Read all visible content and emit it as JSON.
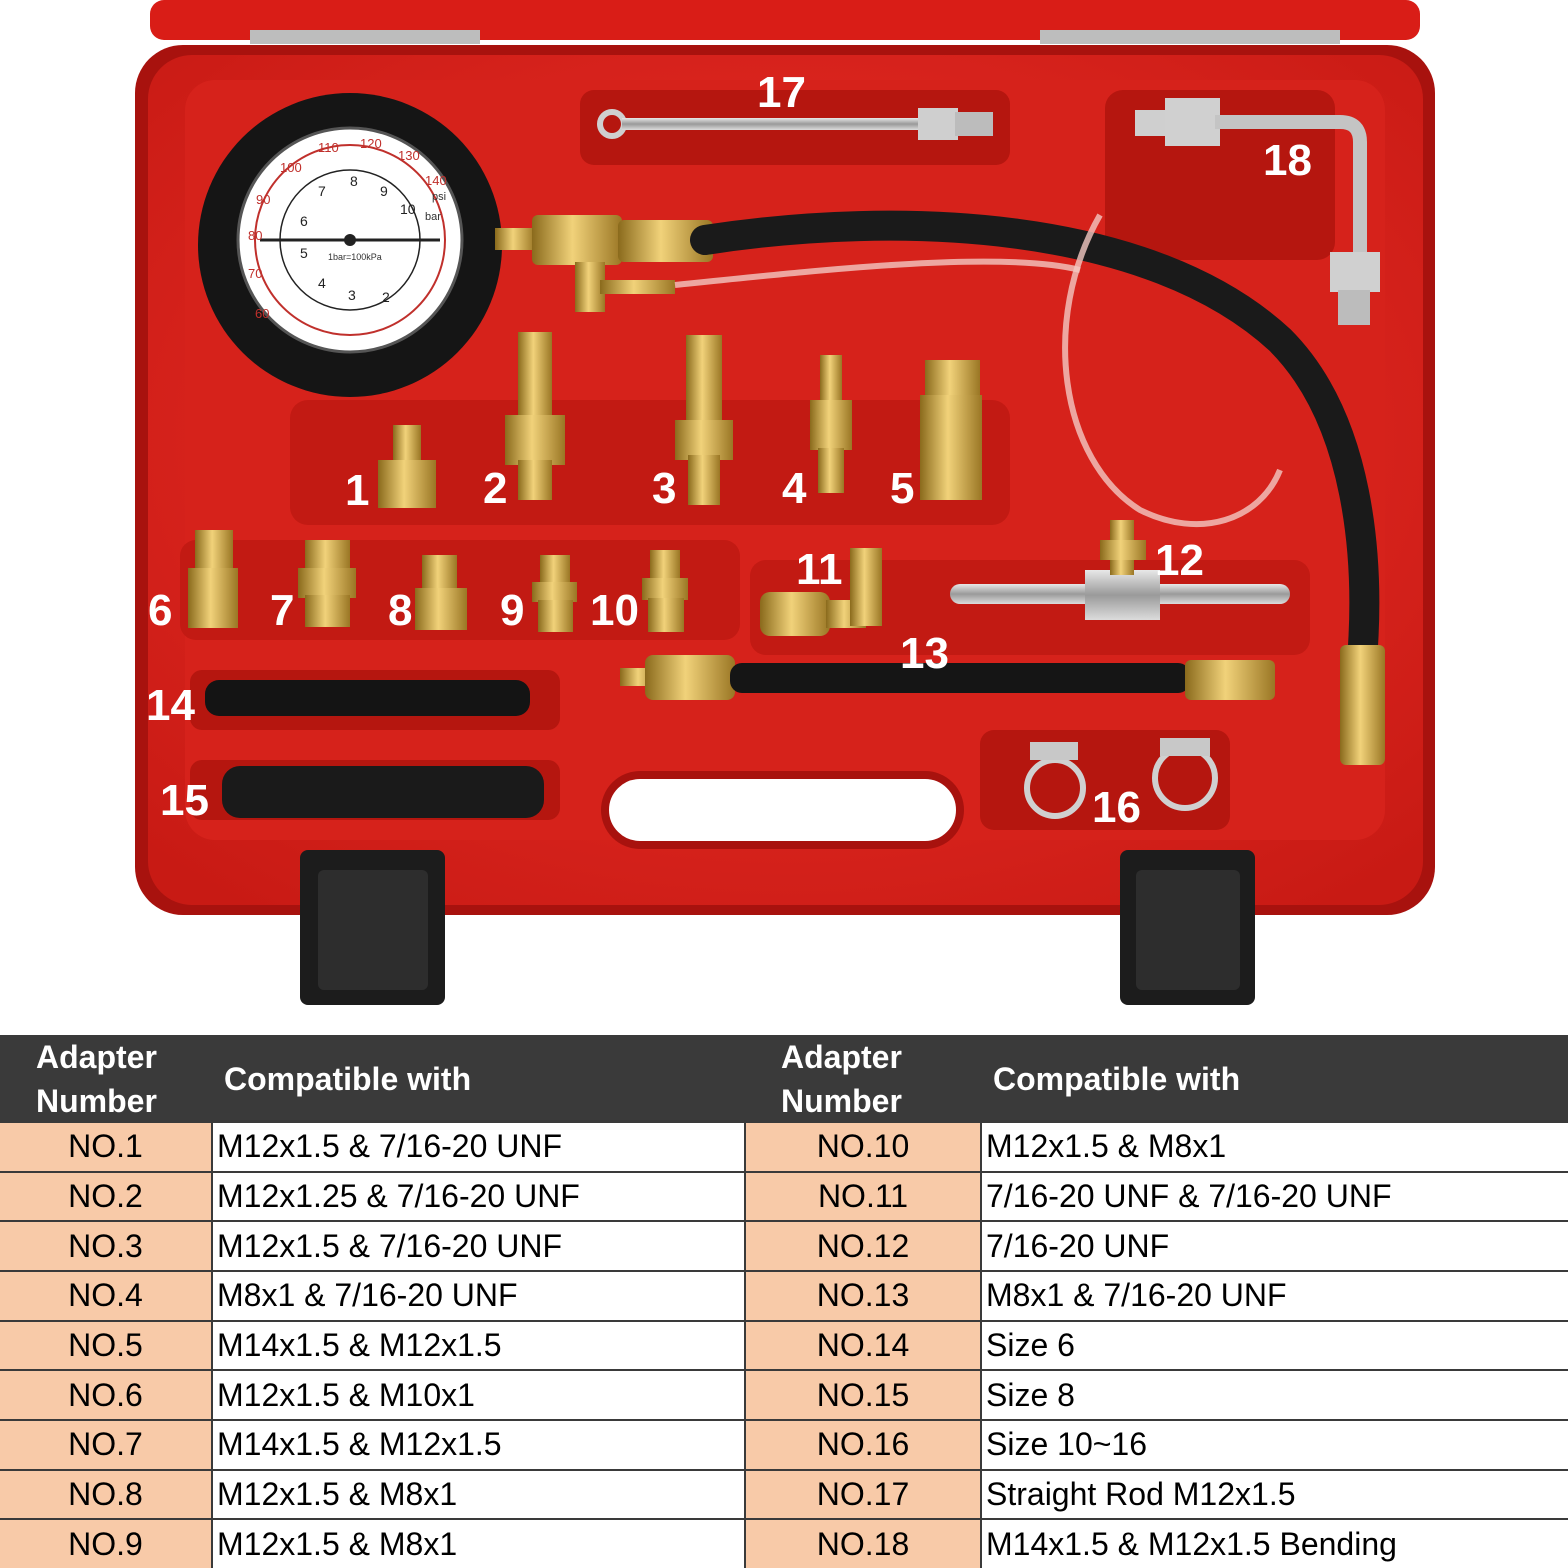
{
  "colors": {
    "case_red": "#e0211b",
    "case_dark_red": "#b0140f",
    "brass": "#c8a23a",
    "table_header_bg": "#3a3a3a",
    "table_number_bg": "#f8caa8"
  },
  "gauge": {
    "outer_scale": [
      "60",
      "70",
      "80",
      "90",
      "100",
      "110",
      "120",
      "130",
      "140"
    ],
    "inner_scale": [
      "2",
      "3",
      "4",
      "5",
      "6",
      "7",
      "8",
      "9",
      "10"
    ],
    "unit_psi": "psi",
    "unit_bar": "bar",
    "unit_kpa": "1bar=100kPa"
  },
  "callouts": [
    "1",
    "2",
    "3",
    "4",
    "5",
    "6",
    "7",
    "8",
    "9",
    "10",
    "11",
    "12",
    "13",
    "14",
    "15",
    "16",
    "17",
    "18"
  ],
  "table": {
    "header_number": "Adapter Number",
    "header_compatible": "Compatible with",
    "left_rows": [
      {
        "number": "NO.1",
        "compatible": "M12x1.5 & 7/16-20 UNF"
      },
      {
        "number": "NO.2",
        "compatible": "M12x1.25 & 7/16-20 UNF"
      },
      {
        "number": "NO.3",
        "compatible": "M12x1.5 & 7/16-20 UNF"
      },
      {
        "number": "NO.4",
        "compatible": "M8x1 & 7/16-20 UNF"
      },
      {
        "number": "NO.5",
        "compatible": "M14x1.5 & M12x1.5"
      },
      {
        "number": "NO.6",
        "compatible": "M12x1.5 & M10x1"
      },
      {
        "number": "NO.7",
        "compatible": "M14x1.5 & M12x1.5"
      },
      {
        "number": "NO.8",
        "compatible": "M12x1.5 & M8x1"
      },
      {
        "number": "NO.9",
        "compatible": "M12x1.5 & M8x1"
      }
    ],
    "right_rows": [
      {
        "number": "NO.10",
        "compatible": "M12x1.5 & M8x1"
      },
      {
        "number": "NO.11",
        "compatible": "7/16-20 UNF & 7/16-20 UNF"
      },
      {
        "number": "NO.12",
        "compatible": "7/16-20 UNF"
      },
      {
        "number": "NO.13",
        "compatible": "M8x1 & 7/16-20 UNF"
      },
      {
        "number": "NO.14",
        "compatible": "Size 6"
      },
      {
        "number": "NO.15",
        "compatible": "Size 8"
      },
      {
        "number": "NO.16",
        "compatible": "Size 10~16"
      },
      {
        "number": "NO.17",
        "compatible": "Straight Rod M12x1.5"
      },
      {
        "number": "NO.18",
        "compatible": "M14x1.5 & M12x1.5 Bending"
      }
    ]
  }
}
